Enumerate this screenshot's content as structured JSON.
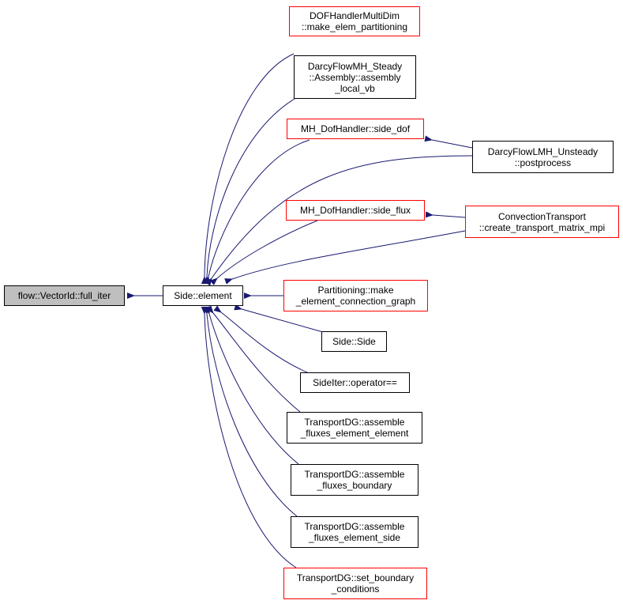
{
  "nodes": {
    "full_iter": [
      "flow::VectorId::full_iter"
    ],
    "element": [
      "Side::element"
    ],
    "dofmulti": [
      "DOFHandlerMultiDim",
      "::make_elem_partitioning"
    ],
    "darcy_steady": [
      "DarcyFlowMH_Steady",
      "::Assembly::assembly",
      "_local_vb"
    ],
    "side_dof": [
      "MH_DofHandler::side_dof"
    ],
    "darcy_unsteady": [
      "DarcyFlowLMH_Unsteady",
      "::postprocess"
    ],
    "side_flux": [
      "MH_DofHandler::side_flux"
    ],
    "convection": [
      "ConvectionTransport",
      "::create_transport_matrix_mpi"
    ],
    "partitioning": [
      "Partitioning::make",
      "_element_connection_graph"
    ],
    "side_side": [
      "Side::Side"
    ],
    "sideiter": [
      "SideIter::operator=="
    ],
    "afee": [
      "TransportDG::assemble",
      "_fluxes_element_element"
    ],
    "afb": [
      "TransportDG::assemble",
      "_fluxes_boundary"
    ],
    "afes": [
      "TransportDG::assemble",
      "_fluxes_element_side"
    ],
    "sbc": [
      "TransportDG::set_boundary",
      "_conditions"
    ]
  },
  "colors": {
    "edge": "#191970",
    "red_border": "#ff0000",
    "root_fill": "#bfbfbf"
  }
}
